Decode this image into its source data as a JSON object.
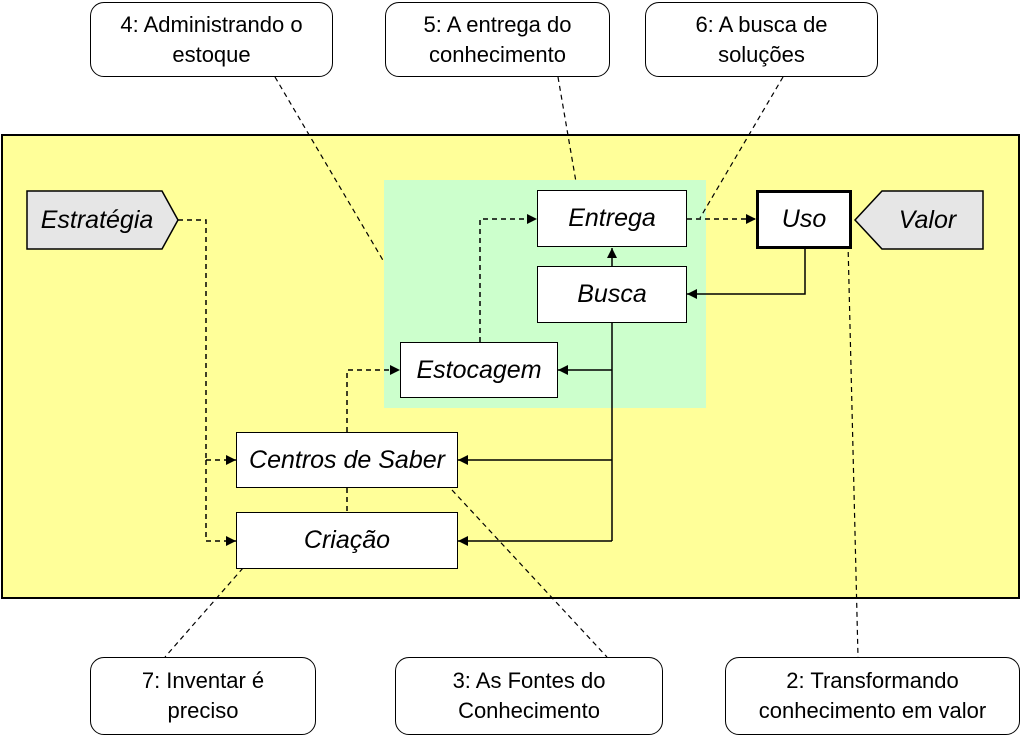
{
  "nodes": {
    "estrategia": "Estratégia",
    "entrega": "Entrega",
    "uso": "Uso",
    "valor": "Valor",
    "busca": "Busca",
    "estocagem": "Estocagem",
    "centros": "Centros de Saber",
    "criacao": "Criação"
  },
  "callouts": {
    "c4": "4: Administrando o\nestoque",
    "c5": "5: A entrega do\nconhecimento",
    "c6": "6: A busca de\nsoluções",
    "c7": "7: Inventar é\npreciso",
    "c3": "3: As Fontes do\nConhecimento",
    "c2": "2: Transformando\nconhecimento em valor"
  },
  "colors": {
    "outer_background": "#ffff99",
    "inner_background": "#ccffcc",
    "pentagon_fill": "#e6e6e6"
  }
}
